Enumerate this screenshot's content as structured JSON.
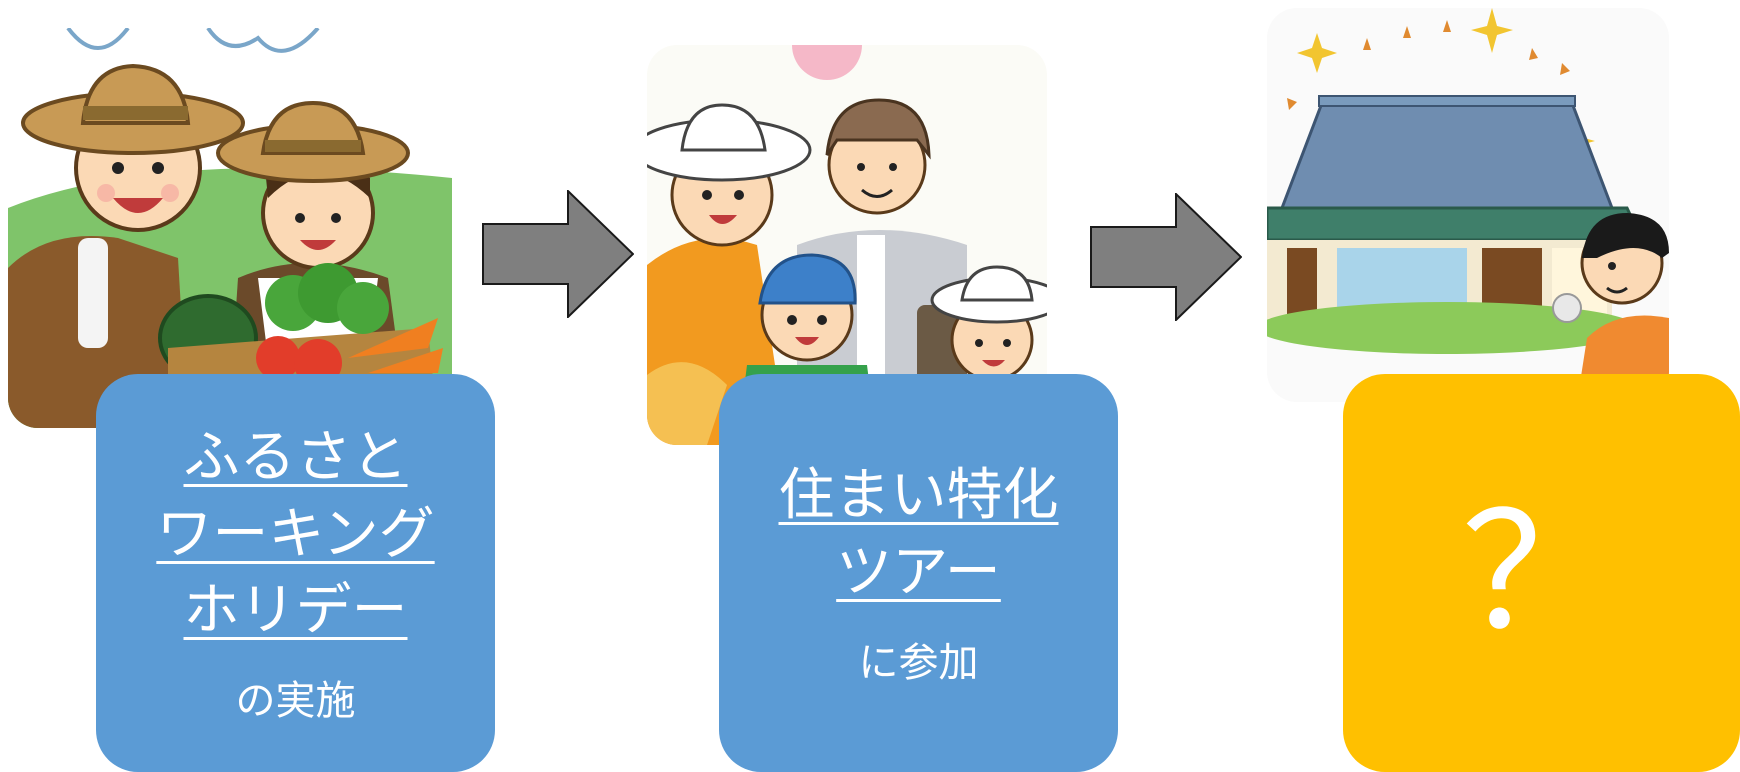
{
  "steps": [
    {
      "title_lines": [
        "ふるさと",
        "ワーキング",
        "ホリデー"
      ],
      "subtitle": "の実施",
      "card_color": "#5B9BD5",
      "illustration": "farmers-with-vegetables"
    },
    {
      "title_lines": [
        "住まい特化",
        "ツアー"
      ],
      "subtitle": "に参加",
      "card_color": "#5B9BD5",
      "illustration": "family-tour"
    },
    {
      "symbol": "？",
      "card_color": "#FFC000",
      "illustration": "old-house-sparkles"
    }
  ],
  "arrows": {
    "color": "#7F7F7F",
    "icon": "right-arrow-icon"
  }
}
